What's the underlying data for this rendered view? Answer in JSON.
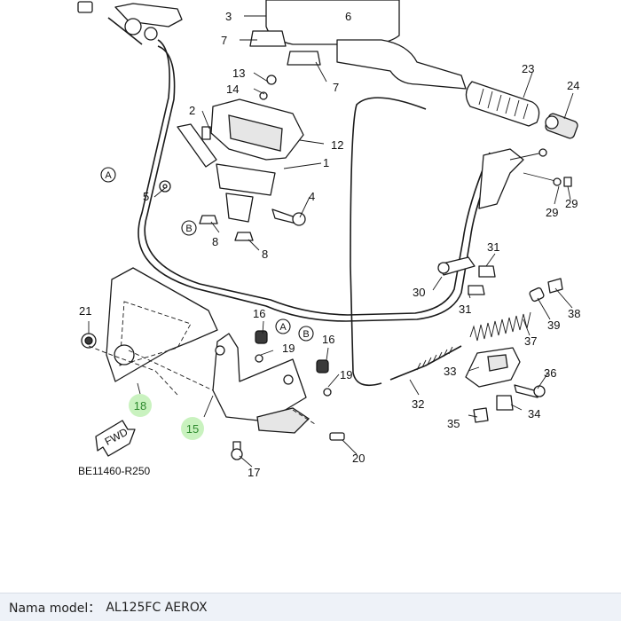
{
  "diagram": {
    "part_numbers": [
      "2",
      "3",
      "6",
      "7",
      "7",
      "13",
      "14",
      "12",
      "1",
      "4",
      "5",
      "8",
      "8",
      "23",
      "24",
      "29",
      "29",
      "31",
      "31",
      "30",
      "38",
      "39",
      "37",
      "33",
      "36",
      "32",
      "34",
      "35",
      "21",
      "16",
      "16",
      "19",
      "19",
      "20",
      "17"
    ],
    "ref_markers": [
      "A",
      "A",
      "B",
      "B"
    ],
    "highlighted_numbers": [
      "18",
      "15"
    ],
    "fwd_label": "FWD",
    "drawing_code": "BE11460-R250"
  },
  "footer": {
    "label": "Nama model：",
    "model": "AL125FC AEROX"
  },
  "colors": {
    "highlight": "#bff0b4",
    "highlight_text": "#2d8a2d",
    "footer_bg": "#eef2f8"
  }
}
